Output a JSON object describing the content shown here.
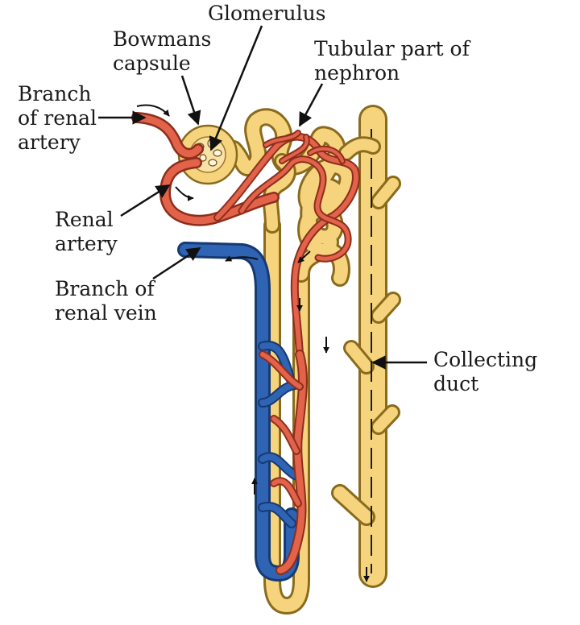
{
  "labels": {
    "glomerulus": [
      "Glomerulus"
    ],
    "bowmans_capsule": [
      "Bowmans",
      "capsule"
    ],
    "tubular_part": [
      "Tubular part of",
      "nephron"
    ],
    "branch_renal_artery": [
      "Branch",
      "of renal",
      "artery"
    ],
    "renal_artery": [
      "Renal",
      "artery"
    ],
    "branch_renal_vein": [
      "Branch of",
      "renal vein"
    ],
    "collecting_duct": [
      "Collecting",
      "duct"
    ]
  },
  "colors": {
    "tubule": "#f6d47e",
    "tubule_outline": "#8a6a1c",
    "artery": "#e2624a",
    "artery_outline": "#8c2e1c",
    "vein": "#2f63b3",
    "vein_outline": "#163a72",
    "arrow": "#111111"
  }
}
